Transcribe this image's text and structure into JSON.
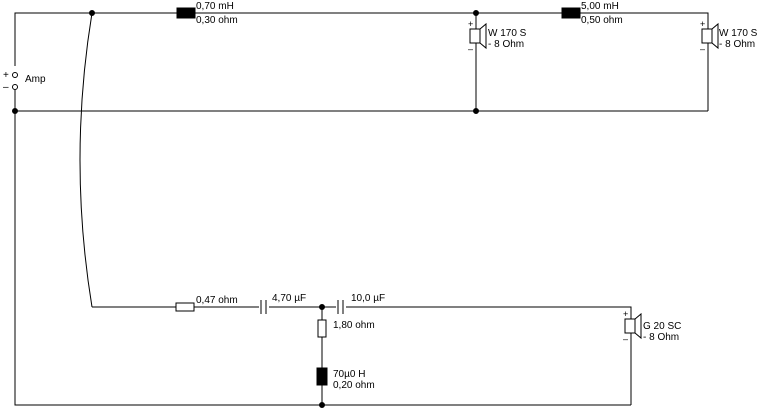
{
  "amp": {
    "label": "Amp",
    "plus": "+",
    "minus": "–"
  },
  "inductor_l1": {
    "value": "0,70 mH",
    "resistance": "0,30 ohm"
  },
  "inductor_l2": {
    "value": "5,00 mH",
    "resistance": "0,50 ohm"
  },
  "woofer_1": {
    "model": "W 170 S",
    "impedance": "- 8 Ohm",
    "plus": "+",
    "minus": "–"
  },
  "woofer_2": {
    "model": "W 170 S",
    "impedance": "- 8 Ohm",
    "plus": "+",
    "minus": "–"
  },
  "resistor_r1": {
    "value": "0,47 ohm"
  },
  "capacitor_c1": {
    "value": "4,70 µF"
  },
  "capacitor_c2": {
    "value": "10,0 µF"
  },
  "resistor_r2": {
    "value": "1,80 ohm"
  },
  "inductor_l3": {
    "value": "70µ0 H",
    "resistance": "0,20 ohm"
  },
  "tweeter": {
    "model": "G 20 SC",
    "impedance": "- 8 Ohm",
    "plus": "+",
    "minus": "–"
  }
}
